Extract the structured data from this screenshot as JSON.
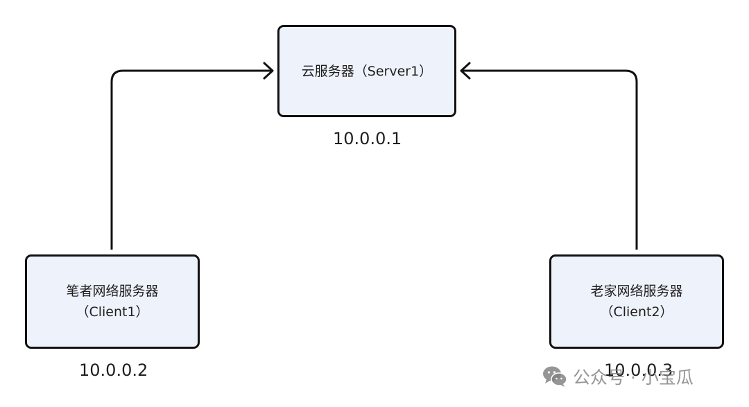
{
  "nodes": {
    "server": {
      "line1": "云服务器（Server1）",
      "ip": "10.0.0.1"
    },
    "client1": {
      "line1": "笔者网络服务器",
      "line2": "（Client1）",
      "ip": "10.0.0.2"
    },
    "client2": {
      "line1": "老家网络服务器",
      "line2": "（Client2）",
      "ip": "10.0.0.3"
    }
  },
  "edges": [
    {
      "from": "client1",
      "to": "server"
    },
    {
      "from": "client2",
      "to": "server"
    }
  ],
  "colors": {
    "node_fill": "#eef2fb",
    "stroke": "#111111"
  },
  "watermark": {
    "icon": "wechat-icon",
    "text": "公众号 · 小宝瓜"
  }
}
